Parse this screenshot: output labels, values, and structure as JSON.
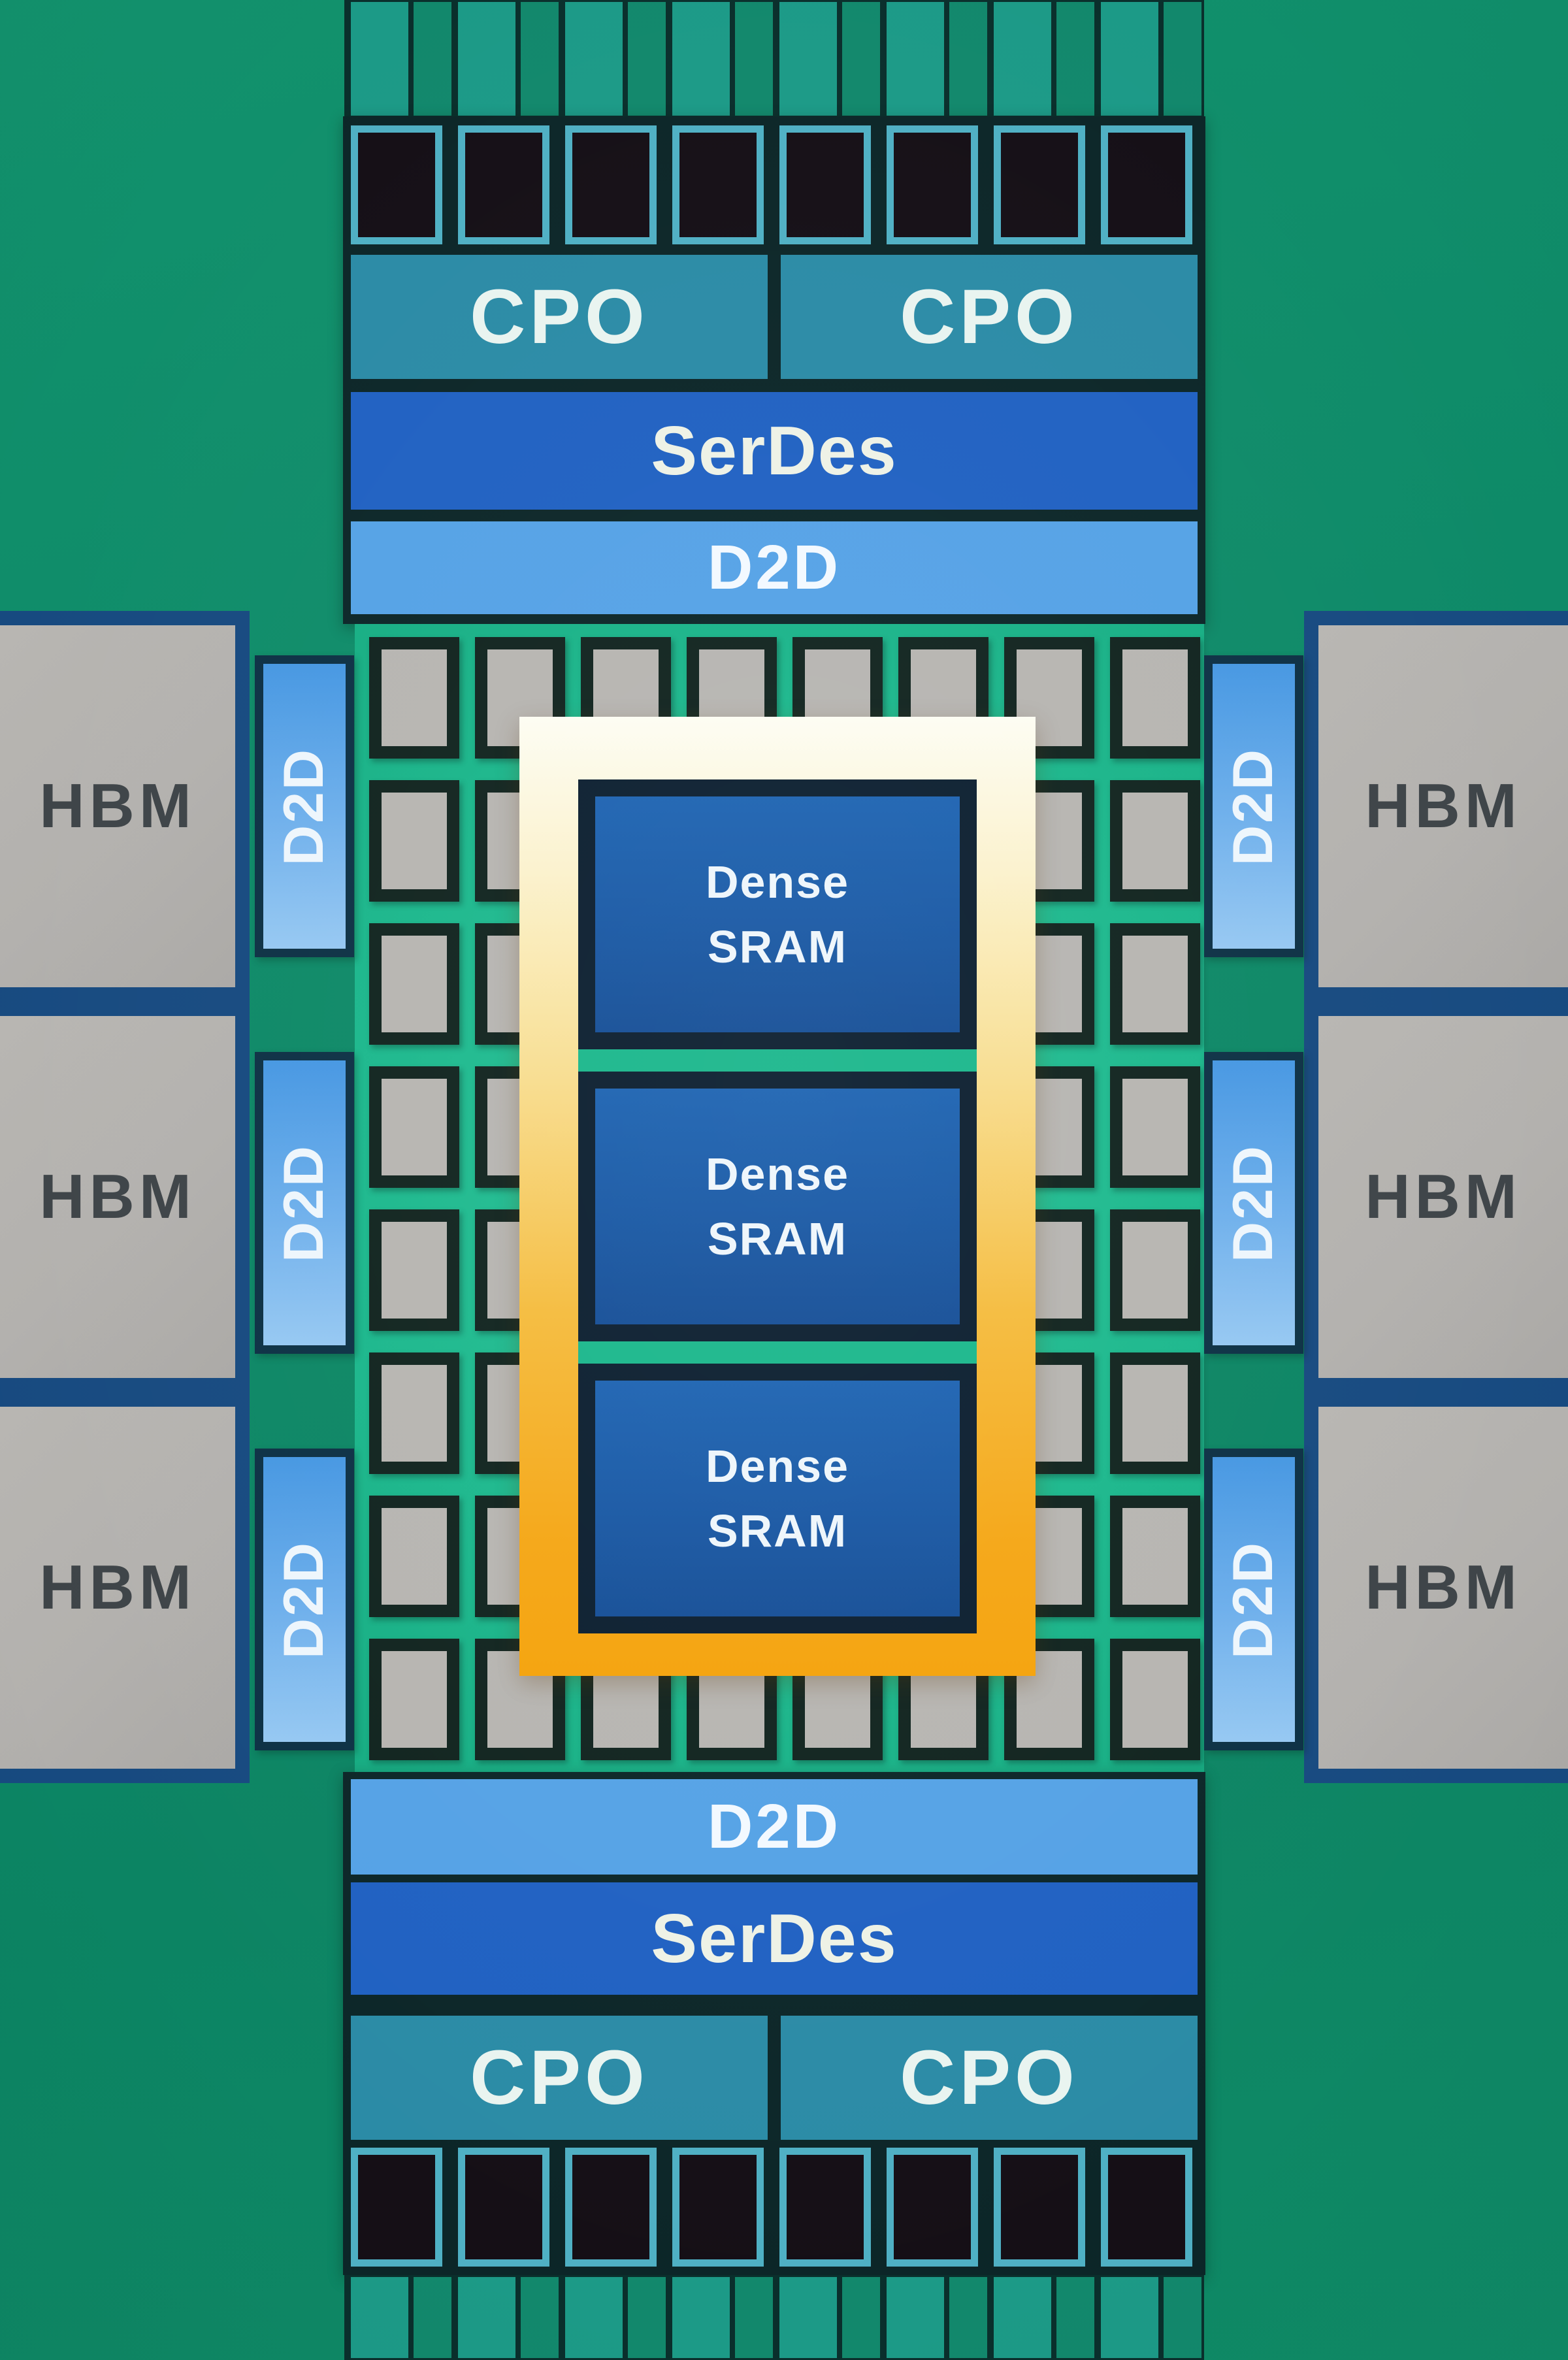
{
  "chip": {
    "top_io": {
      "cpo_blocks": [
        "CPO",
        "CPO"
      ],
      "serdes_label": "SerDes",
      "d2d_label": "D2D"
    },
    "bottom_io": {
      "d2d_label": "D2D",
      "serdes_label": "SerDes",
      "cpo_blocks": [
        "CPO",
        "CPO"
      ]
    },
    "left_hbm_labels": [
      "HBM",
      "HBM",
      "HBM"
    ],
    "right_hbm_labels": [
      "HBM",
      "HBM",
      "HBM"
    ],
    "left_d2d_labels": [
      "D2D",
      "D2D",
      "D2D"
    ],
    "right_d2d_labels": [
      "D2D",
      "D2D",
      "D2D"
    ],
    "sram_blocks": [
      [
        "Dense",
        "SRAM"
      ],
      [
        "Dense",
        "SRAM"
      ],
      [
        "Dense",
        "SRAM"
      ]
    ],
    "core_grid": {
      "rows": 8,
      "cols": 8
    },
    "io_pads_per_row": 8,
    "pin_pairs_per_row": 8,
    "colors": {
      "background_green": "#0e8a68",
      "core_teal": "#1bb78c",
      "io_frame_dark": "#0c2628",
      "cpo_teal": "#2b8ba6",
      "serdes_blue": "#2061c2",
      "d2d_light_blue": "#55a2e6",
      "d2d_strip_blue": "#4697e2",
      "hbm_gray": "#b3b1ae",
      "hbm_border_blue": "#174a80",
      "hbm_text": "#3e4448",
      "tile_gray": "#b7b5b1",
      "tile_border": "#11241f",
      "sram_fill_blue": "#1a5aa6",
      "sram_border": "#0c1f30",
      "highlight_frame_top": "#fdfdf3",
      "highlight_frame_bottom": "#f5a30c",
      "pad_dark": "#150f16",
      "pad_frame": "#4fb0c4",
      "pin_teal": "#1c9a87",
      "pin_green": "#12886c",
      "label_white": "#eef6fb"
    }
  }
}
